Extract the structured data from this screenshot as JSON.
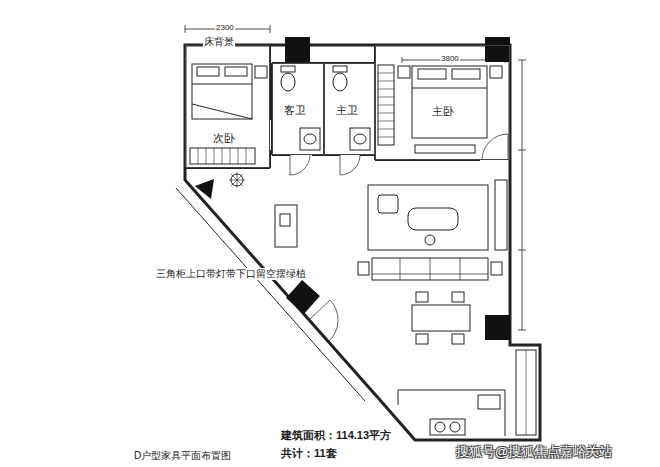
{
  "diagram": {
    "title": "D户型家具平面布置图",
    "nodes": [
      {
        "text": [
          "次卧"
        ]
      },
      {
        "text": [
          "客卫"
        ]
      },
      {
        "text": [
          "主卫"
        ]
      },
      {
        "text": [
          "主卧"
        ]
      }
    ],
    "labels": [
      "2300",
      "床背景",
      "3800",
      "三角柜上口带灯带下口留空摆绿植",
      "建筑面积：114.13平方",
      "共计：11套",
      "搜狐号@搜狐焦点嘉峪关站"
    ]
  }
}
